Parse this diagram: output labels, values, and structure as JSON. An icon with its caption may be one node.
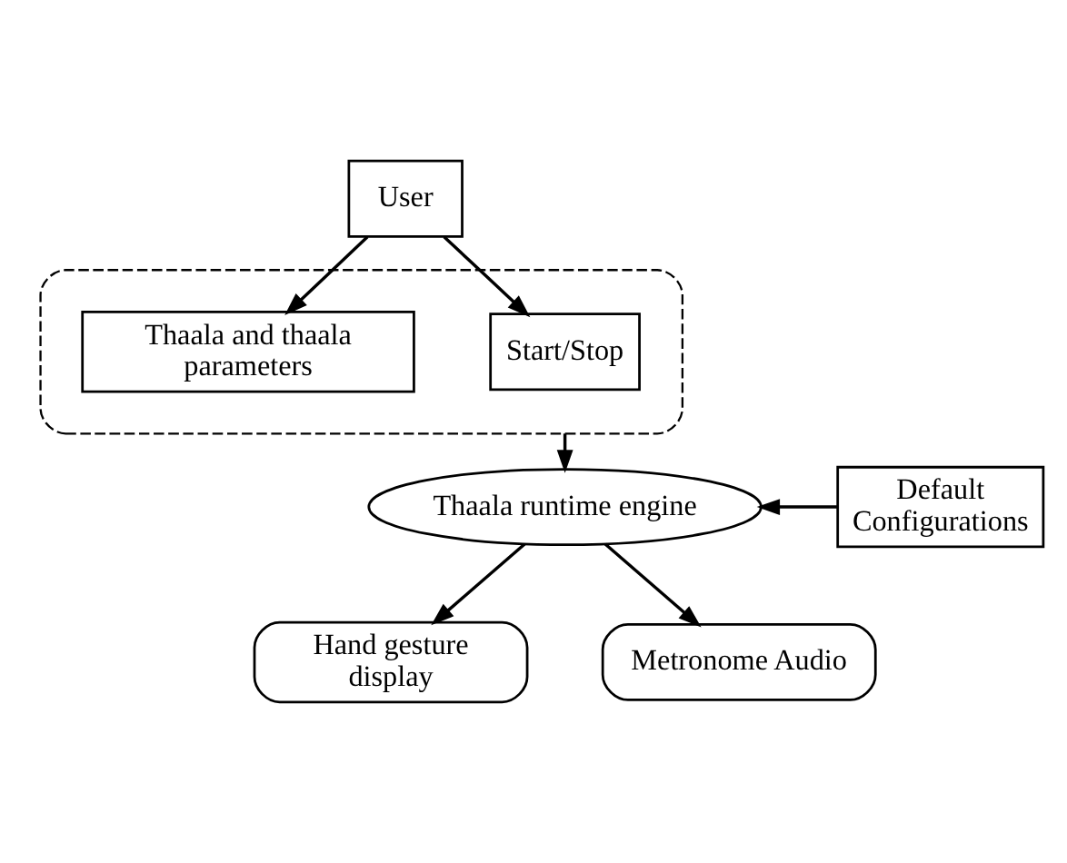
{
  "diagram": {
    "nodes": [
      {
        "text": [
          "User"
        ]
      },
      {
        "text": [],
        "shape": "ellipse"
      },
      {
        "text": [
          "Start/Stop"
        ],
        "in": 1
      },
      {
        "text": [
          "Thaala and thaala parameters"
        ],
        "in": 1
      },
      {
        "text": [
          "Thaala runtime engine"
        ]
      },
      {
        "text": [
          "Default Configurations"
        ]
      },
      {
        "text": [
          "Hand gesture display"
        ]
      },
      {
        "text": [
          "Metronome Audio"
        ]
      }
    ],
    "edges": [
      {
        "from": 0,
        "to": 2,
        "arrow": "to"
      },
      {
        "from": 0,
        "to": 3,
        "arrow": "to"
      },
      {
        "from": 1,
        "to": 4,
        "arrow": "to"
      },
      {
        "from": 5,
        "to": 4,
        "arrow": "to"
      },
      {
        "from": 4,
        "to": 6,
        "arrow": "to"
      },
      {
        "from": 4,
        "to": 7,
        "arrow": "to"
      }
    ]
  }
}
